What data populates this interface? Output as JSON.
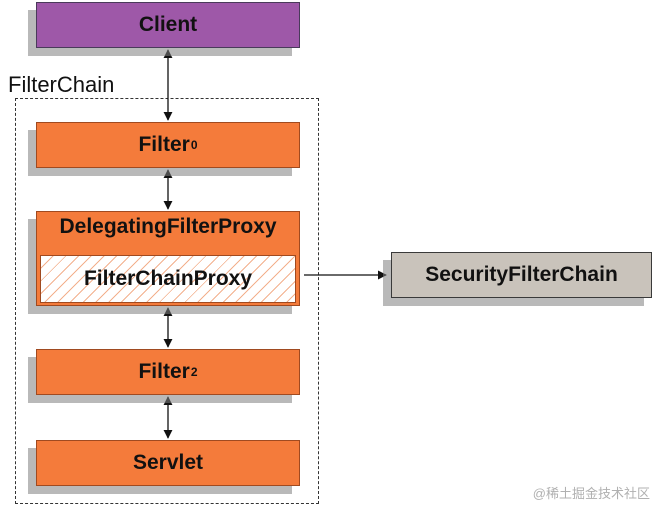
{
  "client": {
    "label": "Client",
    "color": "#9e58a8"
  },
  "filter_chain": {
    "label": "FilterChain"
  },
  "filter0": {
    "label": "Filter",
    "subscript": "0",
    "color": "#f47b3b"
  },
  "delegating_filter_proxy": {
    "label": "DelegatingFilterProxy",
    "color": "#f47b3b"
  },
  "filter_chain_proxy": {
    "label": "FilterChainProxy"
  },
  "filter2": {
    "label": "Filter",
    "subscript": "2",
    "color": "#f47b3b"
  },
  "servlet": {
    "label": "Servlet",
    "color": "#f47b3b"
  },
  "security_filter_chain": {
    "label": "SecurityFilterChain",
    "color": "#c9c3bb"
  },
  "watermark": {
    "text": "@稀土掘金技术社区"
  }
}
